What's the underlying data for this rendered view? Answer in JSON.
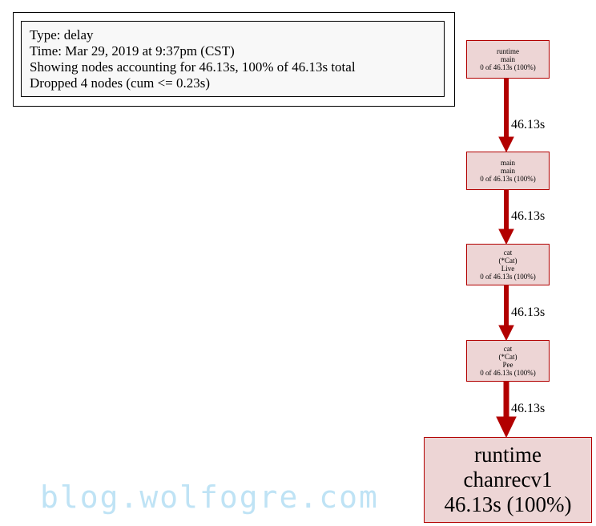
{
  "legend": {
    "lines": [
      "Type: delay",
      "Time: Mar 29, 2019 at 9:37pm (CST)",
      "Showing nodes accounting for 46.13s, 100% of 46.13s total",
      "Dropped 4 nodes (cum <= 0.23s)"
    ]
  },
  "nodes": [
    {
      "lines": [
        "runtime",
        "main",
        "0 of 46.13s (100%)"
      ]
    },
    {
      "lines": [
        "main",
        "main",
        "0 of 46.13s (100%)"
      ]
    },
    {
      "lines": [
        "cat",
        "(*Cat)",
        "Live",
        "0 of 46.13s (100%)"
      ]
    },
    {
      "lines": [
        "cat",
        "(*Cat)",
        "Pee",
        "0 of 46.13s (100%)"
      ]
    },
    {
      "lines": [
        "runtime",
        "chanrecv1",
        "46.13s (100%)"
      ]
    }
  ],
  "edges": [
    {
      "label": "46.13s"
    },
    {
      "label": "46.13s"
    },
    {
      "label": "46.13s"
    },
    {
      "label": "46.13s"
    }
  ],
  "watermark": "blog.wolfogre.com",
  "colors": {
    "edge": "#b20000",
    "node_fill": "#edd5d5",
    "node_border": "#b20000"
  }
}
